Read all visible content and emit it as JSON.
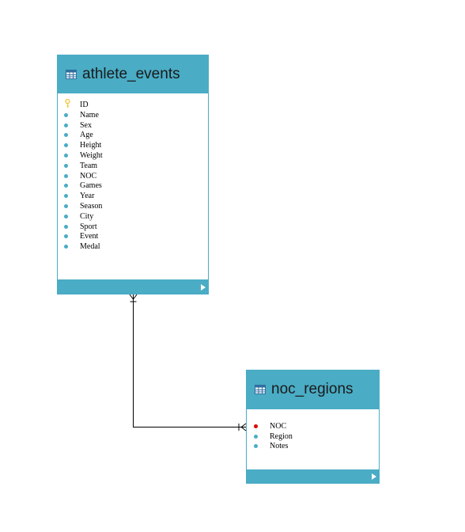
{
  "colors": {
    "header": "#4aacc5",
    "border": "#4aacc5",
    "field_dot": "#4aacc5",
    "pk_dot": "#e00000",
    "key_icon": "#f2c94c",
    "relationship_line": "#000000"
  },
  "entities": [
    {
      "title": "athlete_events",
      "icon": "table-icon",
      "fields": [
        {
          "name": "ID",
          "marker": "key-icon"
        },
        {
          "name": "Name",
          "marker": "dot"
        },
        {
          "name": "Sex",
          "marker": "dot"
        },
        {
          "name": "Age",
          "marker": "dot"
        },
        {
          "name": "Height",
          "marker": "dot"
        },
        {
          "name": "Weight",
          "marker": "dot"
        },
        {
          "name": "Team",
          "marker": "dot"
        },
        {
          "name": "NOC",
          "marker": "dot"
        },
        {
          "name": "Games",
          "marker": "dot"
        },
        {
          "name": "Year",
          "marker": "dot"
        },
        {
          "name": "Season",
          "marker": "dot"
        },
        {
          "name": "City",
          "marker": "dot"
        },
        {
          "name": "Sport",
          "marker": "dot"
        },
        {
          "name": "Event",
          "marker": "dot"
        },
        {
          "name": "Medal",
          "marker": "dot"
        }
      ]
    },
    {
      "title": "noc_regions",
      "icon": "table-icon",
      "fields": [
        {
          "name": "NOC",
          "marker": "red-dot"
        },
        {
          "name": "Region",
          "marker": "dot"
        },
        {
          "name": "Notes",
          "marker": "dot"
        }
      ]
    }
  ],
  "relationships": [
    {
      "from": "athlete_events",
      "to": "noc_regions",
      "from_end": "many",
      "to_end": "one-or-many"
    }
  ]
}
